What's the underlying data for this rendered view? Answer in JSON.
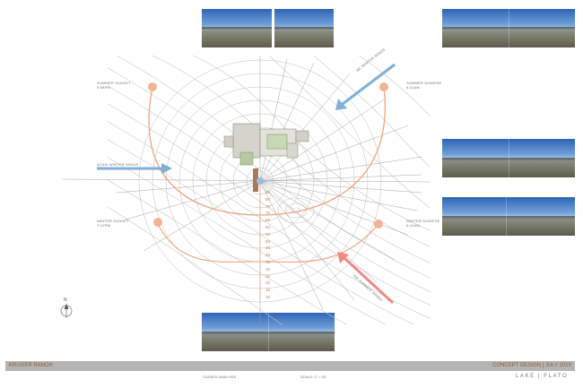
{
  "diagram": {
    "labels": {
      "summer_sunset": [
        "SUMMER SUNSET",
        "9:08pm"
      ],
      "summer_sunrise": [
        "SUMMER SUNRISE",
        "6:31am"
      ],
      "winter_sunset": [
        "WINTER SUNSET",
        "7:12pm"
      ],
      "winter_sunrise": [
        "WINTER SUNRISE",
        "6:41am"
      ],
      "w_nw_winter_winds": "W-NW WINTER WINDS",
      "ne_winter_winds": "NE WINTER WINDS",
      "sw_summer_winds": "SW SUMMER WINDS"
    },
    "altitudes": [
      "85",
      "80",
      "75",
      "70",
      "65",
      "60",
      "55",
      "50",
      "45",
      "40",
      "35",
      "30",
      "25",
      "20",
      "15",
      "10"
    ],
    "north_letter": "N"
  },
  "footer": {
    "project": "KRUGER RANCH",
    "stage": "CONCEPT DESIGN | JULY 2010",
    "sheet": "CLIMATE ANALYSIS",
    "scale": "SCALE: 1\" = 40'",
    "firm": "LAKE | FLATO"
  },
  "colors": {
    "sun_path": "#f0a47f",
    "winter_wind": "#7fb0d6",
    "summer_wind": "#ef8a84",
    "footer_text": "#8b5a34"
  }
}
